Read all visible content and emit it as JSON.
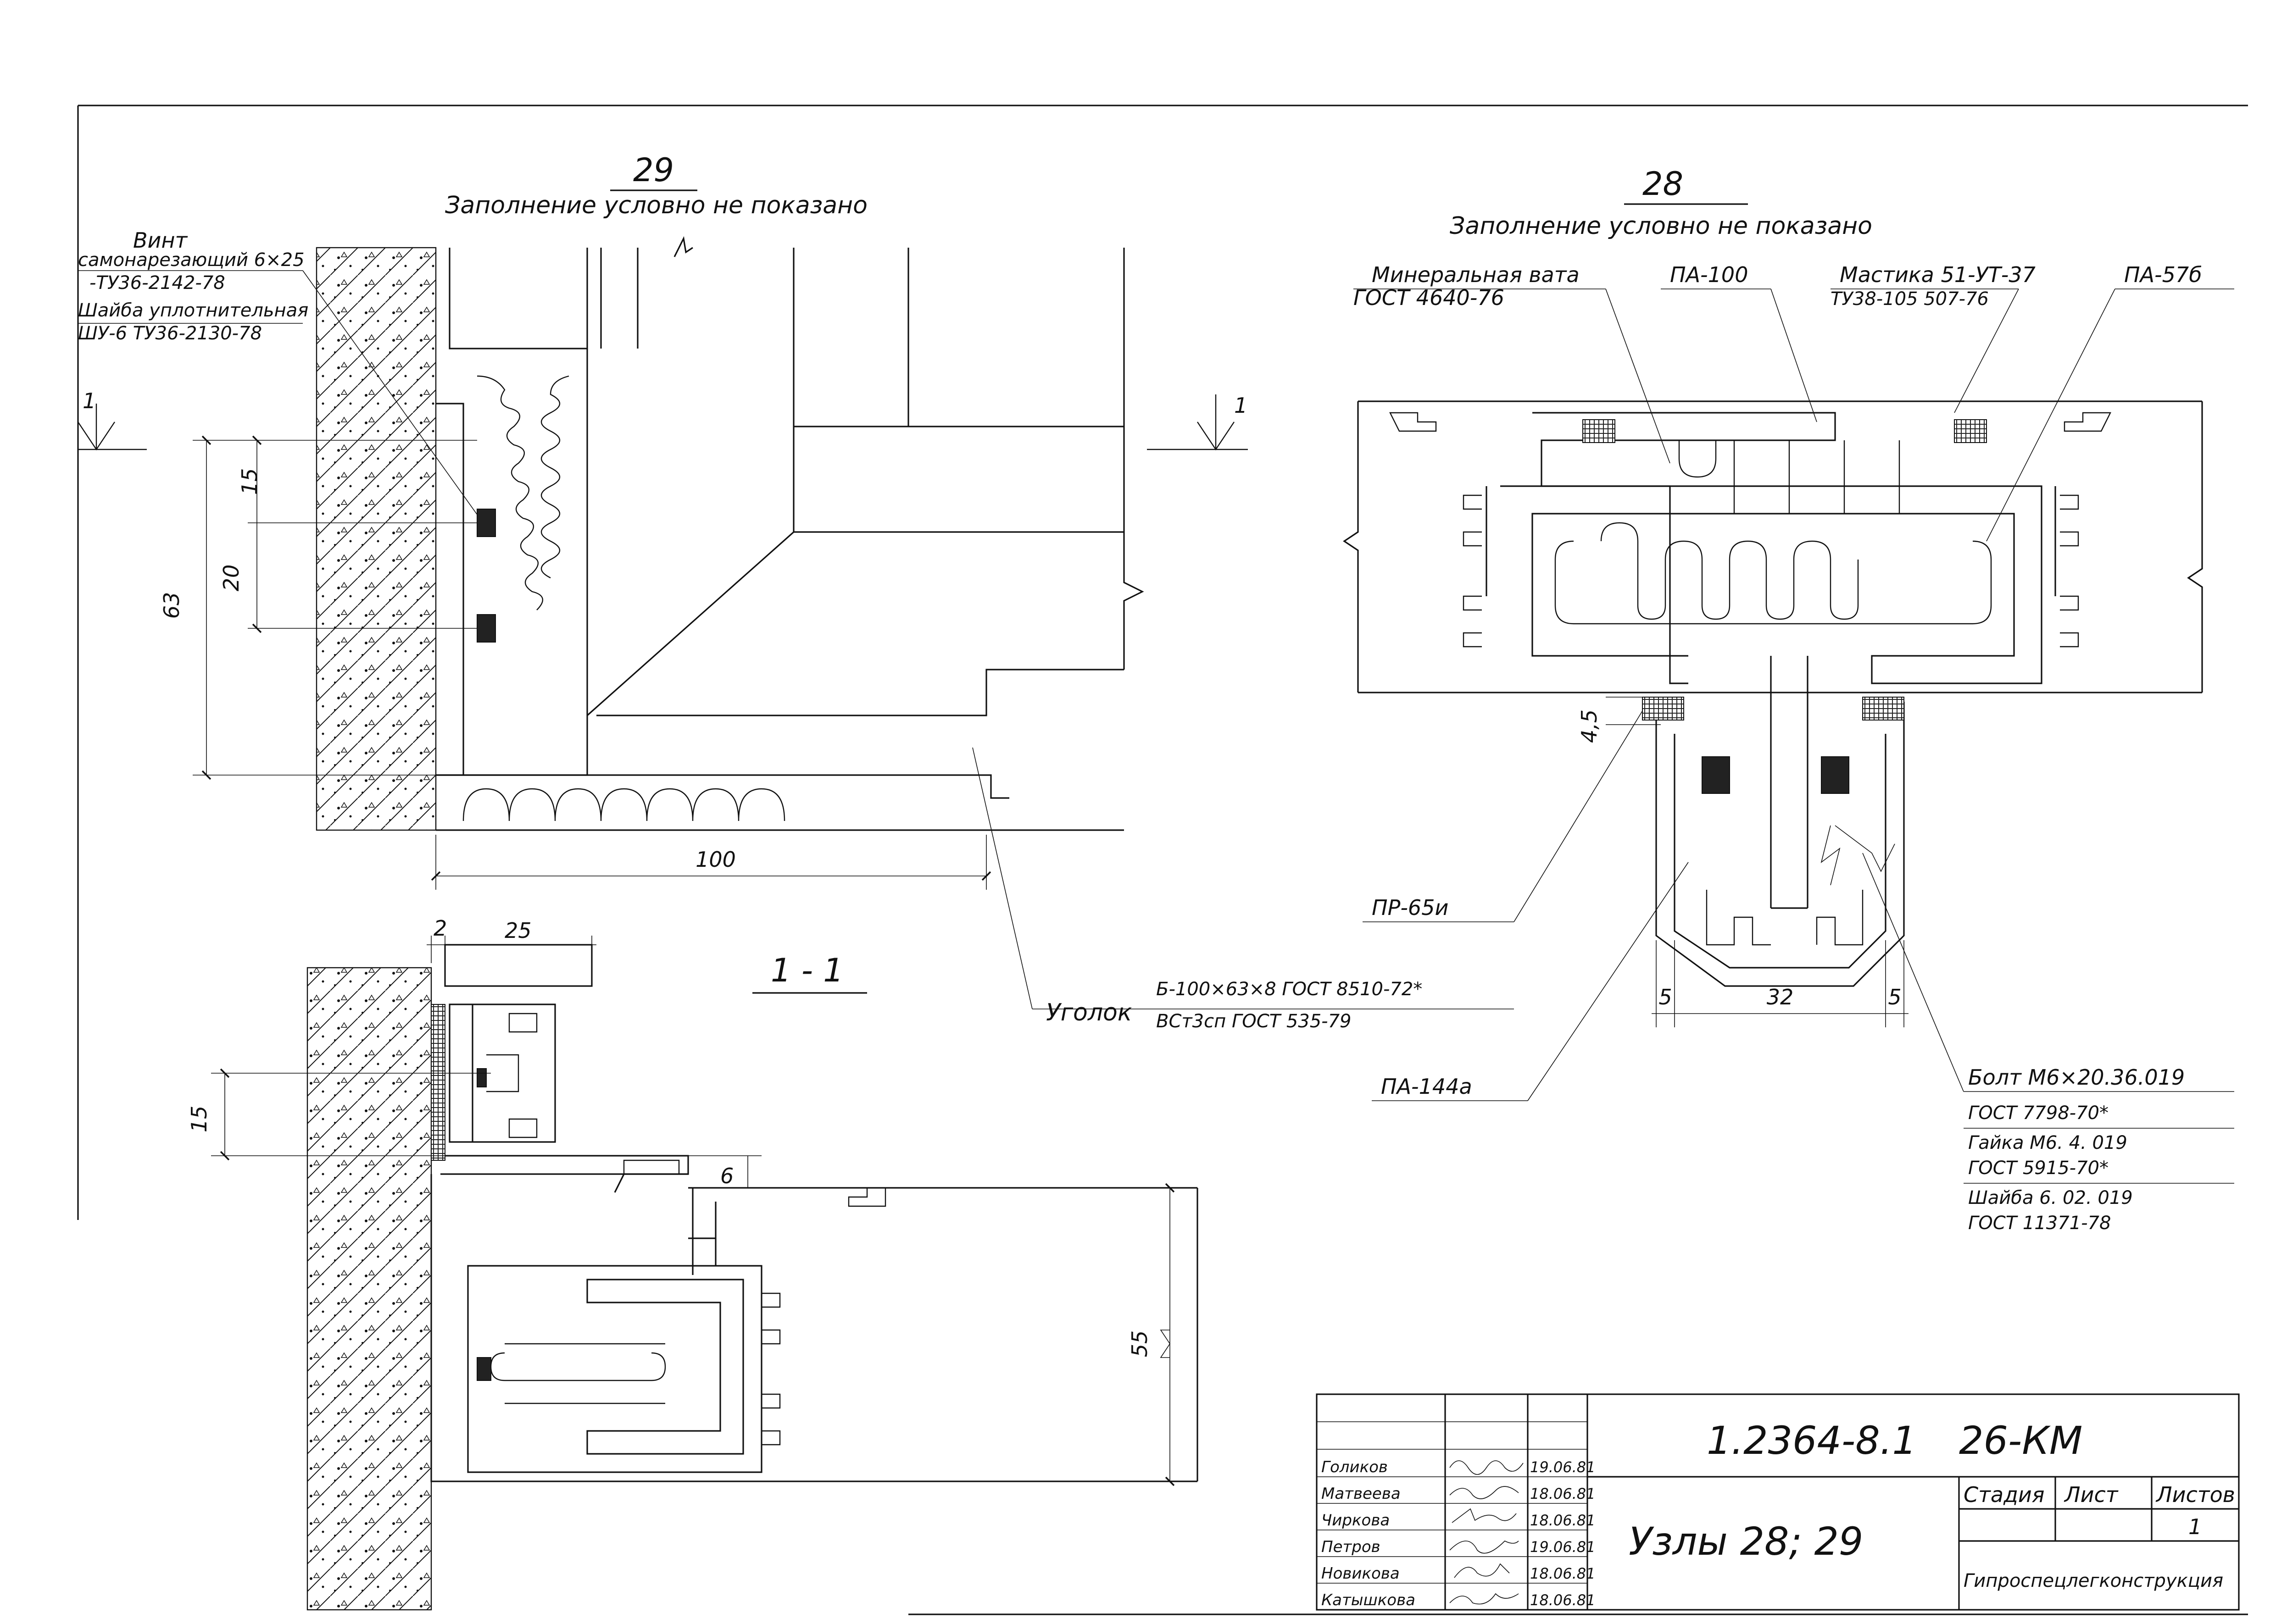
{
  "sheet": {
    "code": "1.2364-8.1",
    "doc": "26-КМ",
    "title": "Узлы 28; 29",
    "stage_label": "Стадия",
    "sheet_label": "Лист",
    "sheets_label": "Листов",
    "sheets_value": "1",
    "org": "Гипроспецлегконструкция",
    "signatures": [
      {
        "name": "Голиков",
        "date": "19.06.81"
      },
      {
        "name": "Матвеева",
        "date": "18.06.81"
      },
      {
        "name": "Чиркова",
        "date": "18.06.81"
      },
      {
        "name": "Петров",
        "date": "19.06.81"
      },
      {
        "name": "Новикова",
        "date": "18.06.81"
      },
      {
        "name": "Катышкова",
        "date": "18.06.81"
      }
    ]
  },
  "node29": {
    "number": "29",
    "note": "Заполнение условно не показано",
    "screw": [
      "Винт",
      "самонарезающий 6×25",
      "-ТУ36-2142-78",
      "Шайба уплотнительная",
      "ШУ-6 ТУ36-2130-78"
    ],
    "section_mark": "1",
    "dims": {
      "d15": "15",
      "d20": "20",
      "d63": "63",
      "d100": "100"
    },
    "angle_label": "Уголок",
    "angle_spec": "Б-100×63×8 ГОСТ 8510-72*",
    "angle_steel": "ВСт3сп ГОСТ 535-79"
  },
  "node28": {
    "number": "28",
    "note": "Заполнение условно не показано",
    "mineral_wool": "Минеральная вата",
    "mineral_wool_std": "ГОСТ 4640-76",
    "pa100": "ПА-100",
    "mastic": "Мастика 51-УТ-37",
    "mastic_std": "ТУ38-105 507-76",
    "pa57b": "ПА-57б",
    "d45": "4,5",
    "pr65": "ПР-65и",
    "pa144": "ПА-144а",
    "d5a": "5",
    "d32": "32",
    "d5b": "5",
    "bolt": [
      "Болт М6×20.36.019",
      "ГОСТ 7798-70*",
      "Гайка М6. 4. 019",
      "ГОСТ 5915-70*",
      "Шайба 6. 02. 019",
      "ГОСТ 11371-78"
    ]
  },
  "section11": {
    "title": "1 - 1",
    "d2": "2",
    "d25": "25",
    "d15": "15",
    "d6": "6",
    "d55": "55"
  }
}
